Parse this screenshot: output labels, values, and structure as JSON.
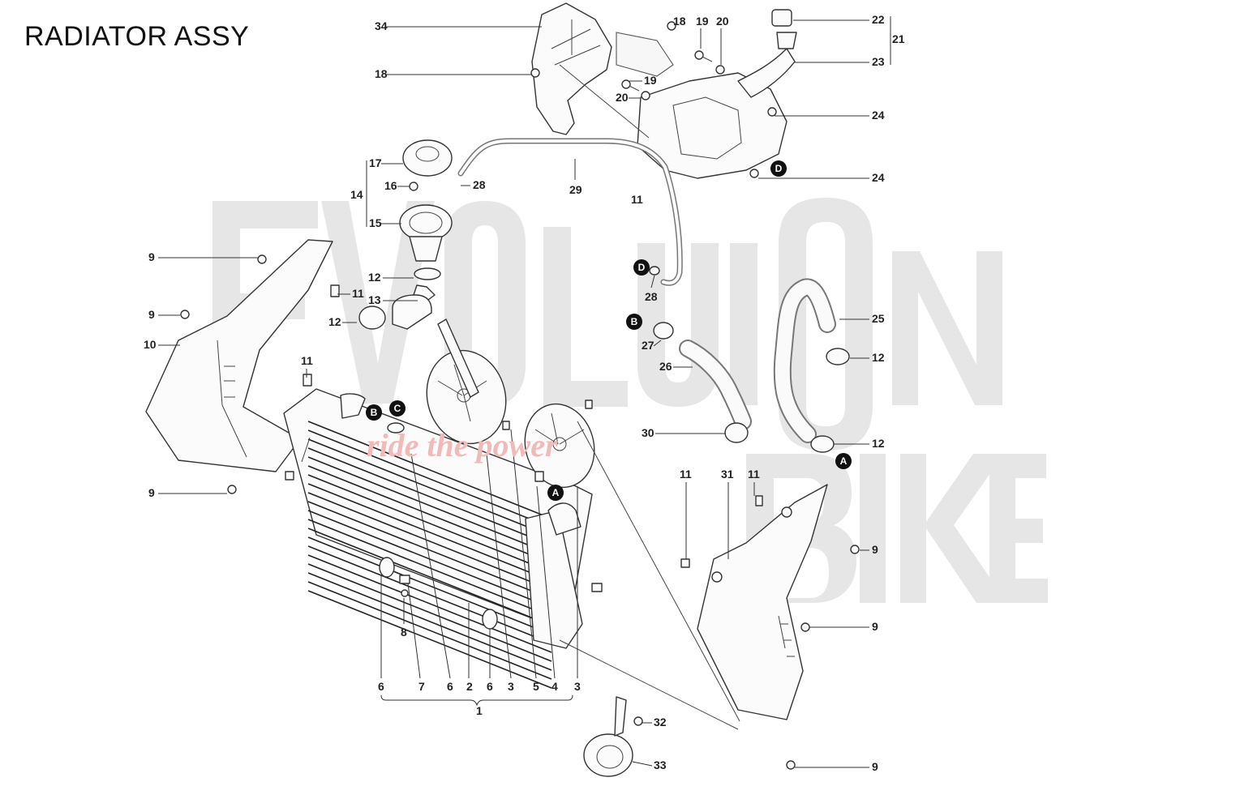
{
  "title": "RADIATOR ASSY",
  "watermark": {
    "brand_top": "EVOLUTION",
    "brand_bottom": "BIKE",
    "slogan": "ride the power"
  },
  "reference_badges": [
    "A",
    "B",
    "C",
    "D"
  ],
  "callouts": [
    {
      "id": "c34",
      "label": "34",
      "part": "radiator cover upper"
    },
    {
      "id": "c18a",
      "label": "18"
    },
    {
      "id": "c18b",
      "label": "18"
    },
    {
      "id": "c19a",
      "label": "19"
    },
    {
      "id": "c20a",
      "label": "20"
    },
    {
      "id": "c19b",
      "label": "19"
    },
    {
      "id": "c20b",
      "label": "20"
    },
    {
      "id": "c22",
      "label": "22"
    },
    {
      "id": "c21",
      "label": "21"
    },
    {
      "id": "c23",
      "label": "23"
    },
    {
      "id": "c24a",
      "label": "24"
    },
    {
      "id": "c24b",
      "label": "24"
    },
    {
      "id": "c17",
      "label": "17"
    },
    {
      "id": "c16",
      "label": "16"
    },
    {
      "id": "c14",
      "label": "14"
    },
    {
      "id": "c15",
      "label": "15"
    },
    {
      "id": "c28a",
      "label": "28"
    },
    {
      "id": "c29",
      "label": "29"
    },
    {
      "id": "c11top",
      "label": "11"
    },
    {
      "id": "c9a",
      "label": "9"
    },
    {
      "id": "c11a",
      "label": "11"
    },
    {
      "id": "c12a",
      "label": "12"
    },
    {
      "id": "c13",
      "label": "13"
    },
    {
      "id": "c9b",
      "label": "9"
    },
    {
      "id": "c12b",
      "label": "12"
    },
    {
      "id": "c10",
      "label": "10"
    },
    {
      "id": "c11b",
      "label": "11"
    },
    {
      "id": "c9c",
      "label": "9"
    },
    {
      "id": "c28b",
      "label": "28"
    },
    {
      "id": "c25",
      "label": "25"
    },
    {
      "id": "c27",
      "label": "27"
    },
    {
      "id": "c12c",
      "label": "12"
    },
    {
      "id": "c26",
      "label": "26"
    },
    {
      "id": "c30",
      "label": "30"
    },
    {
      "id": "c12d",
      "label": "12"
    },
    {
      "id": "c11c",
      "label": "11"
    },
    {
      "id": "c31",
      "label": "31"
    },
    {
      "id": "c11d",
      "label": "11"
    },
    {
      "id": "c9d",
      "label": "9"
    },
    {
      "id": "c9e",
      "label": "9"
    },
    {
      "id": "c9f",
      "label": "9"
    },
    {
      "id": "c8",
      "label": "8"
    },
    {
      "id": "c6a",
      "label": "6"
    },
    {
      "id": "c7",
      "label": "7"
    },
    {
      "id": "c6b",
      "label": "6"
    },
    {
      "id": "c2",
      "label": "2"
    },
    {
      "id": "c6c",
      "label": "6"
    },
    {
      "id": "c3a",
      "label": "3"
    },
    {
      "id": "c5",
      "label": "5"
    },
    {
      "id": "c4",
      "label": "4"
    },
    {
      "id": "c3b",
      "label": "3"
    },
    {
      "id": "c1",
      "label": "1"
    },
    {
      "id": "c32",
      "label": "32"
    },
    {
      "id": "c33",
      "label": "33"
    }
  ]
}
